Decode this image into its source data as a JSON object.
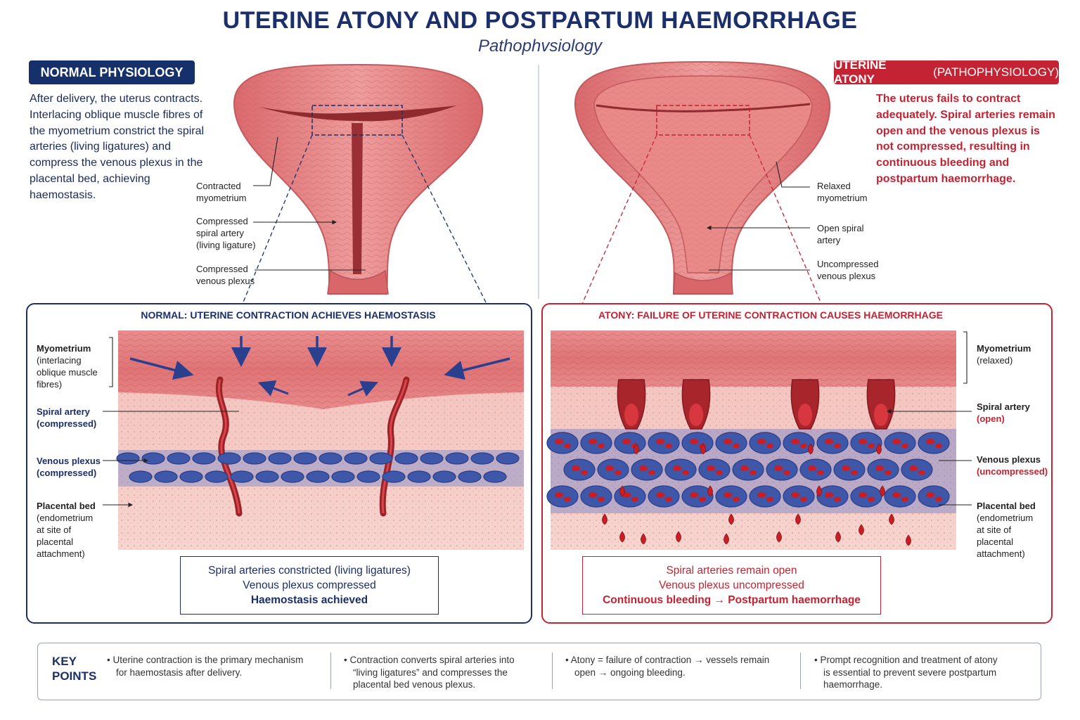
{
  "title": "UTERINE ATONY AND POSTPARTUM HAEMORRHAGE",
  "subtitle": "Pathophvsiology",
  "normal": {
    "badge": "NORMAL PHYSIOLOGY",
    "description": "After delivery, the uterus contracts. Interlacing oblique muscle fibres of the myometrium constrict the spiral arteries (living ligatures) and compress the venous plexus in the placental bed, achieving haemostasis.",
    "labels": {
      "myometrium_1": "Contracted",
      "myometrium_2": "myometrium",
      "artery_1": "Compressed",
      "artery_2": "spiral artery",
      "artery_3": "(living ligature)",
      "plexus_1": "Compressed",
      "plexus_2": "venous plexus"
    },
    "panel_title": "NORMAL: UTERINE CONTRACTION ACHIEVES HAEMOSTASIS",
    "panel_labels": {
      "myo_1": "Myometrium",
      "myo_2": "(interlacing",
      "myo_3": "oblique muscle",
      "myo_4": "fibres)",
      "art_1": "Spiral artery",
      "art_2": "(compressed)",
      "ven_1": "Venous plexus",
      "ven_2": "(compressed)",
      "pb_1": "Placental bed",
      "pb_2": "(endometrium",
      "pb_3": "at site of",
      "pb_4": "placental",
      "pb_5": "attachment)"
    },
    "summary": [
      "Spiral arteries constricted (living ligatures)",
      "Venous plexus compressed",
      "Haemostasis achieved"
    ]
  },
  "atony": {
    "badge_bold": "UTERINE ATONY",
    "badge_rest": "(PATHOPHYSIOLOGY)",
    "description": "The uterus fails to contract adequately. Spiral arteries remain open and the venous plexus is not compressed, resulting in continuous bleeding and postpartum haemorrhage.",
    "labels": {
      "myometrium_1": "Relaxed",
      "myometrium_2": "myometrium",
      "artery_1": "Open spiral",
      "artery_2": "artery",
      "plexus_1": "Uncompressed",
      "plexus_2": "venous plexus"
    },
    "panel_title": "ATONY: FAILURE OF UTERINE CONTRACTION CAUSES HAEMORRHAGE",
    "panel_labels": {
      "myo_1": "Myometrium",
      "myo_2": "(relaxed)",
      "art_1": "Spiral artery",
      "art_2": "(open)",
      "ven_1": "Venous plexus",
      "ven_2": "(uncompressed)",
      "pb_1": "Placental bed",
      "pb_2": "(endometrium",
      "pb_3": "at site of",
      "pb_4": "placental",
      "pb_5": "attachment)"
    },
    "summary": [
      "Spiral arteries remain open",
      "Venous plexus uncompressed",
      "Continuous bleeding → Postpartum haemorrhage"
    ]
  },
  "key_points": {
    "title_1": "KEY",
    "title_2": "POINTS",
    "items": [
      [
        "Uterine contraction is the primary mechanism",
        "for haemostasis after delivery."
      ],
      [
        "Contraction converts spiral arteries into",
        "“living ligatures” and compresses the",
        "placental bed venous plexus."
      ],
      [
        "Atony = failure of contraction → vessels remain",
        "open → ongoing bleeding."
      ],
      [
        "Prompt recognition and treatment of atony",
        "is essential to prevent severe postpartum",
        "haemorrhage."
      ]
    ]
  },
  "colors": {
    "navy": "#1b2f6b",
    "red": "#c32332",
    "muscle": "#e27a7c",
    "vein": "#3f57a8",
    "blood": "#c81e25"
  }
}
